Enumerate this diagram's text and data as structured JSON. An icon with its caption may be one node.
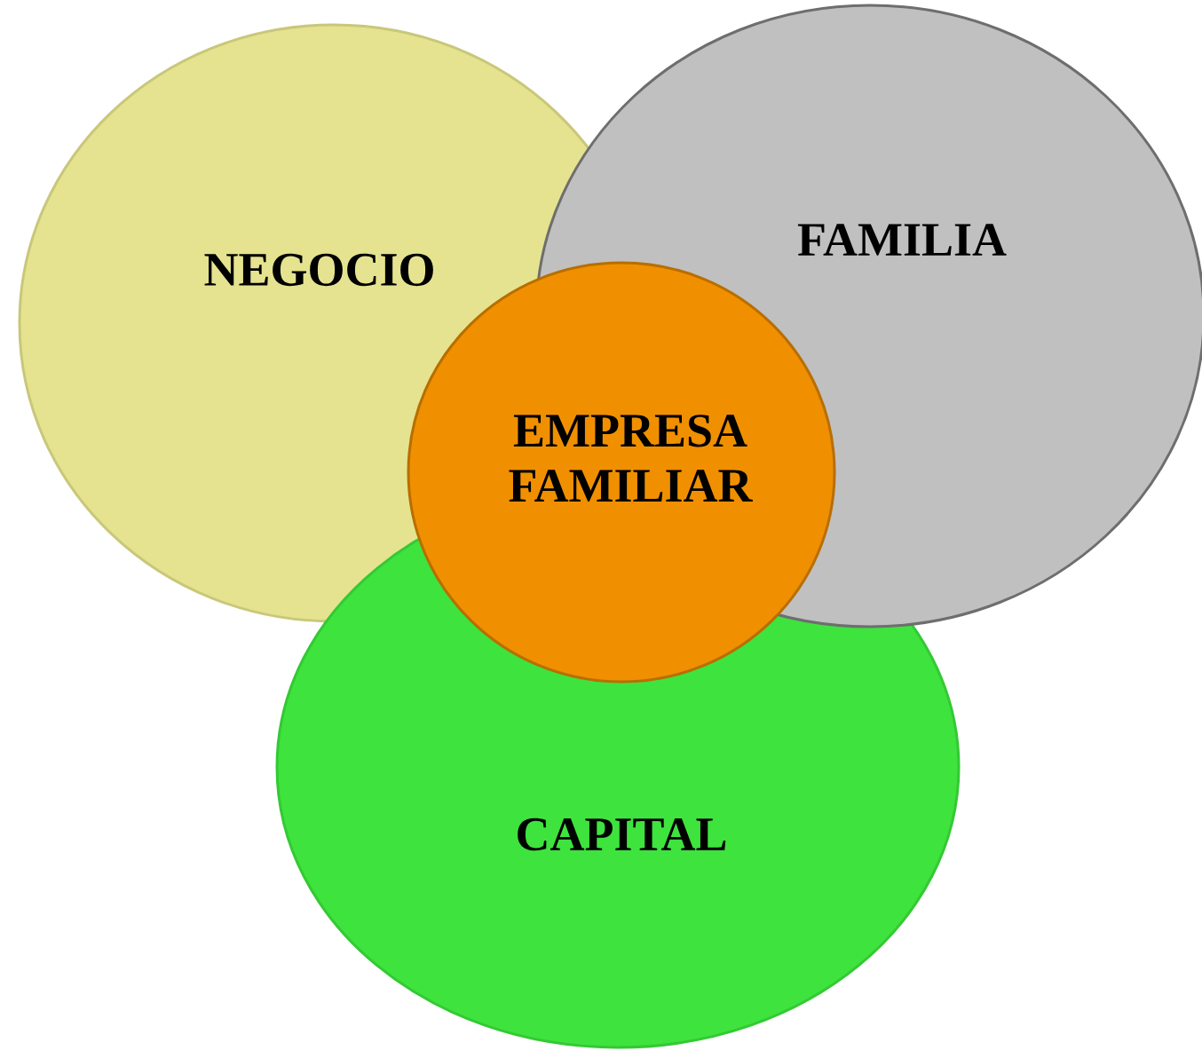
{
  "diagram": {
    "nodes": [
      {
        "text": [
          "NEGOCIO"
        ]
      },
      {
        "text": [
          "CAPITAL"
        ]
      },
      {
        "text": [
          "FAMILIA"
        ]
      },
      {
        "text": [
          "EMPRESA FAMILIAR"
        ]
      }
    ]
  }
}
